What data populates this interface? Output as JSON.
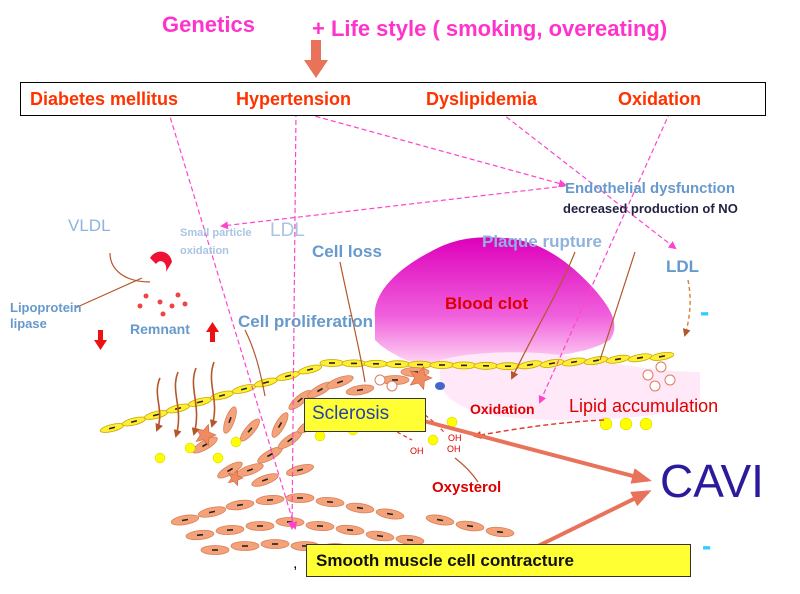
{
  "header": {
    "genetics": "Genetics",
    "lifestyle": "+ Life style ( smoking, overeating)"
  },
  "risk_factors": [
    "Diabetes mellitus",
    "Hypertension",
    "Dyslipidemia",
    "Oxidation"
  ],
  "labels": {
    "endothelial_dysfunction": "Endothelial dysfunction",
    "no_production": "decreased production of NO",
    "vldl": "VLDL",
    "small_particle": "Small particle",
    "ldl_small": "LDL",
    "oxidation_small": "oxidation",
    "cell_loss": "Cell loss",
    "plaque_rupture": "Plaque rupture",
    "ldl_right": "LDL",
    "lipoprotein_lipase": "Lipoprotein lipase",
    "remnant": "Remnant",
    "cell_proliferation": "Cell proliferation",
    "blood_clot": "Blood clot",
    "sclerosis": "Sclerosis",
    "oxidation_red": "Oxidation",
    "lipid_accumulation": "Lipid accumulation",
    "oh": "OH",
    "oxysterol": "Oxysterol",
    "cavi": "CAVI",
    "smc_contracture": "Smooth muscle cell contracture",
    "comma": ",",
    "minus": "-"
  },
  "colors": {
    "magenta": "#ff33cc",
    "risk_red": "#ff3300",
    "blue_label": "#6699cc",
    "cavi": "#2b1b9c",
    "clot": "#ee00cc",
    "tissue": "#f4a27a",
    "yellow": "#ffff33",
    "arrow": "#e8735a",
    "cyan": "#33ccff"
  }
}
